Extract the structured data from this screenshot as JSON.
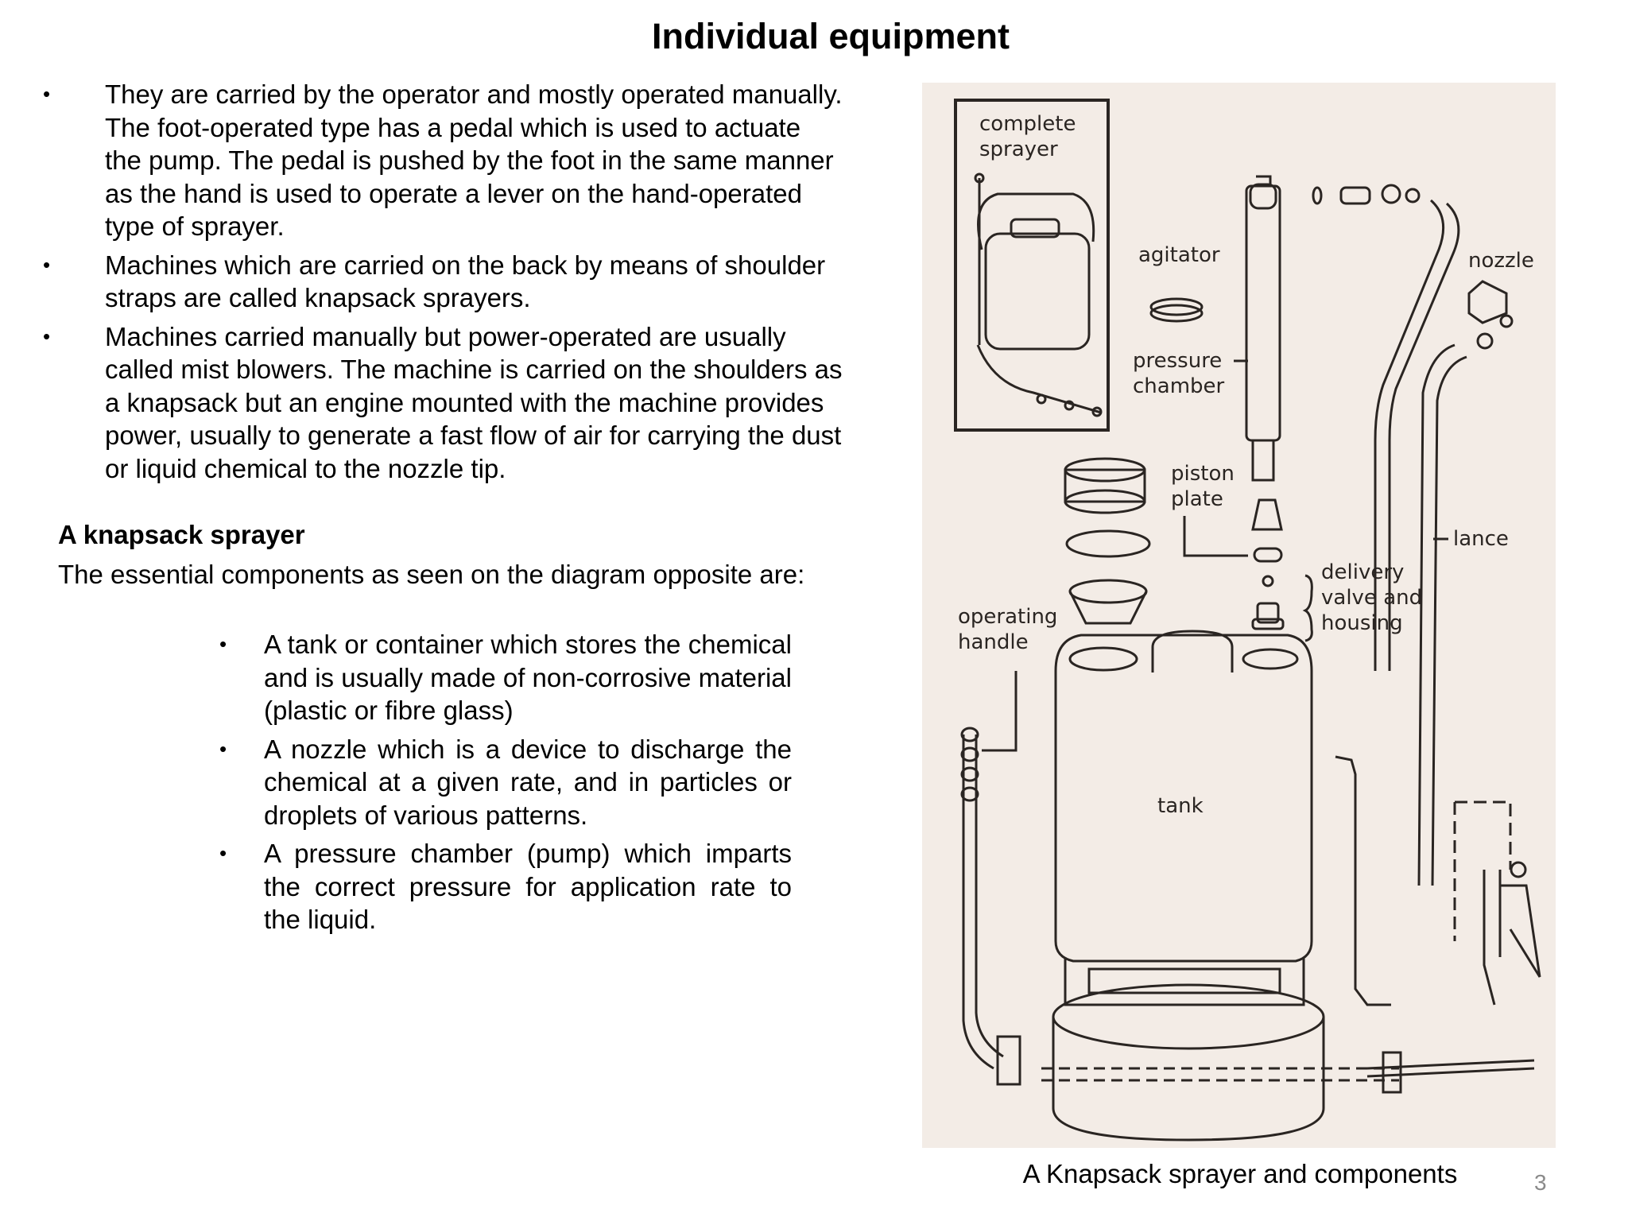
{
  "slide": {
    "title": "Individual equipment",
    "bullets": [
      "They are carried by the operator and mostly operated manually. The foot-operated type has a pedal which is used to actuate the pump. The pedal is pushed by the foot in the same manner as the hand is used to operate a lever on the hand-operated type of sprayer.",
      "Machines which are carried on the back by means of shoulder straps are called knapsack sprayers.",
      "Machines carried manually but power-operated are usually called mist blowers. The machine is carried on the shoulders as a knapsack but an engine mounted with the machine provides power, usually to generate a fast flow of air for carrying the dust or liquid chemical to the nozzle tip."
    ],
    "section_heading": "A knapsack sprayer",
    "section_intro": "The essential components as seen on the diagram opposite are:",
    "components": [
      "A tank or container which stores the chemical and is usually made of non-corrosive material (plastic or fibre glass)",
      "A nozzle which is a device to discharge the chemical at a given rate, and in particles or droplets of various patterns.",
      "A pressure chamber (pump) which imparts the correct pressure for application rate to the liquid."
    ],
    "page_number": "3"
  },
  "figure": {
    "caption": "A Knapsack sprayer and components",
    "labels": {
      "complete_1": "complete",
      "complete_2": "sprayer",
      "agitator": "agitator",
      "nozzle": "nozzle",
      "pressure_1": "pressure",
      "pressure_2": "chamber",
      "piston_1": "piston",
      "piston_2": "plate",
      "lance": "lance",
      "delivery_1": "delivery",
      "delivery_2": "valve and",
      "delivery_3": "housing",
      "handle_1": "operating",
      "handle_2": "handle",
      "tank": "tank"
    }
  }
}
